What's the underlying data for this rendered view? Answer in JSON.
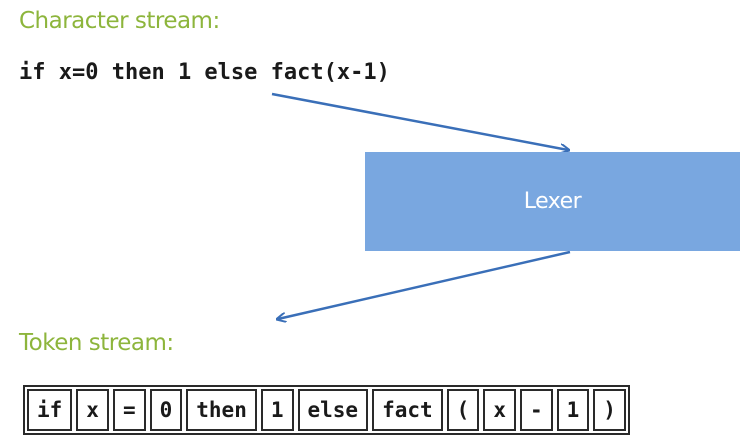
{
  "character_stream": {
    "heading": "Character stream:",
    "text": "if x=0 then 1 else fact(x-1)"
  },
  "lexer": {
    "label": "Lexer",
    "color": "#79a7e0"
  },
  "token_stream": {
    "heading": "Token stream:",
    "tokens": [
      "if",
      "x",
      "=",
      "0",
      "then",
      "1",
      "else",
      "fact",
      "(",
      "x",
      "-",
      "1",
      ")"
    ]
  },
  "colors": {
    "heading": "#8db53c",
    "arrow": "#3a6fb8"
  }
}
